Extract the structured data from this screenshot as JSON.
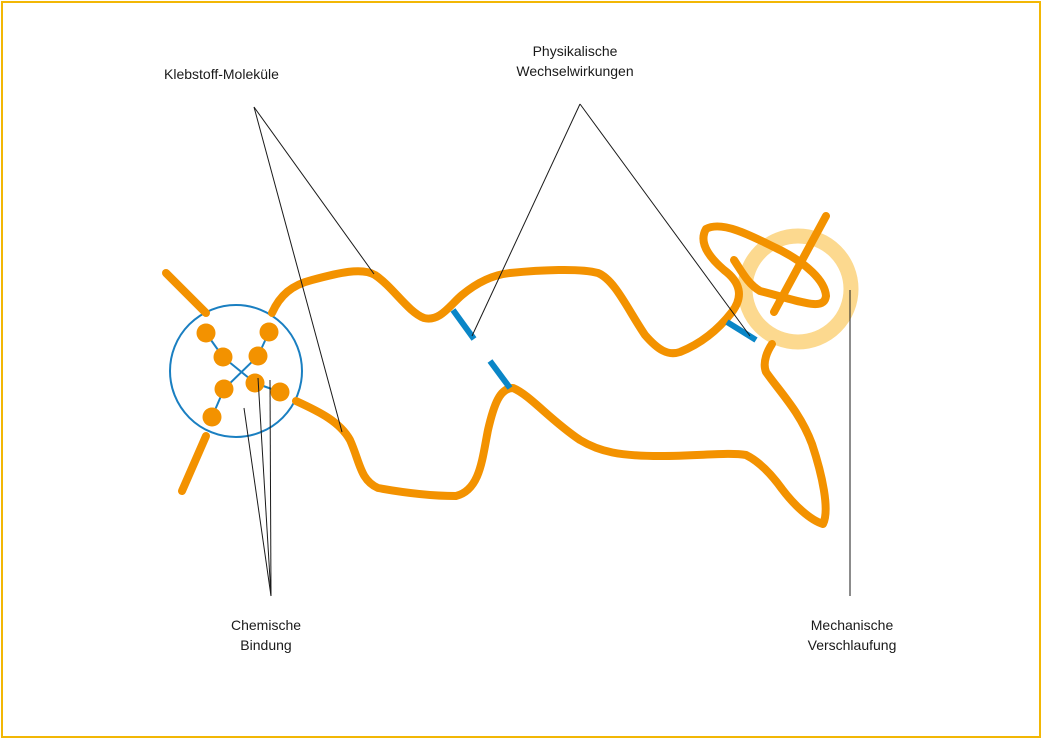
{
  "labels": {
    "adhesive_molecules": "Klebstoff-Moleküle",
    "physical_interactions": {
      "line1": "Physikalische",
      "line2": "Wechselwirkungen"
    },
    "chemical_bond": {
      "line1": "Chemische",
      "line2": "Bindung"
    },
    "mechanical_interlocking": {
      "line1": "Mechanische",
      "line2": "Verschlaufung"
    }
  },
  "colors": {
    "frame": "#f2b705",
    "molecule": "#f39200",
    "interaction": "#0a86c7",
    "bond_circle": "#1a7fc1",
    "interlock_ring": "#fcd98f",
    "leader_line": "#1a1a1a"
  }
}
